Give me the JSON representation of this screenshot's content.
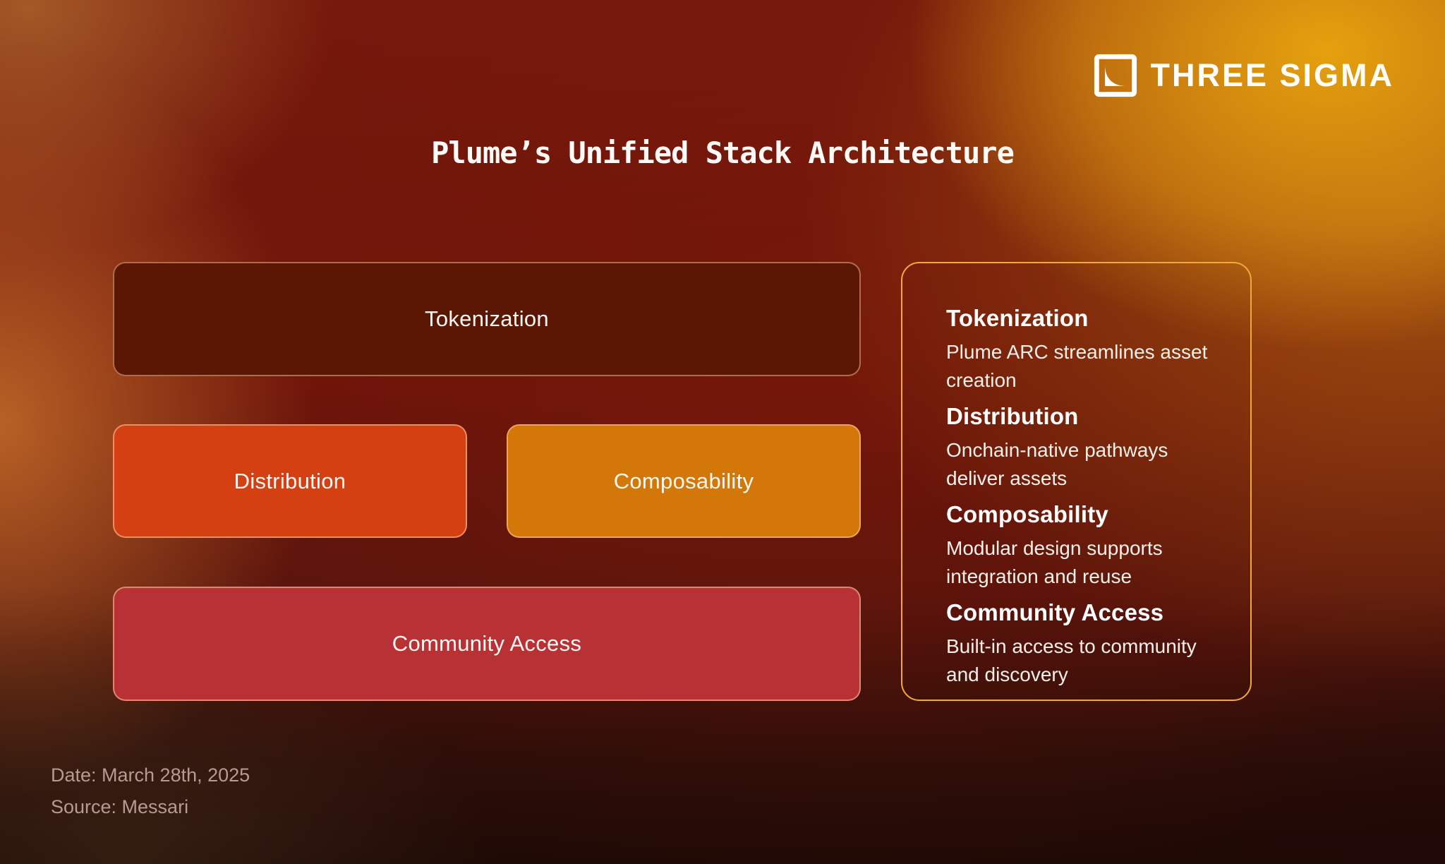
{
  "brand": {
    "name": "THREE SIGMA",
    "icon": "three-sigma-logo-icon"
  },
  "title": "Plume’s Unified Stack Architecture",
  "stack": {
    "boxes": [
      {
        "label": "Tokenization",
        "color": "#5B1604"
      },
      {
        "label": "Distribution",
        "color": "#D54013"
      },
      {
        "label": "Composability",
        "color": "#D27708"
      },
      {
        "label": "Community Access",
        "color": "#B83134"
      }
    ]
  },
  "legend": {
    "border_color": "#F2A93B",
    "items": [
      {
        "heading": "Tokenization",
        "description": "Plume ARC streamlines asset\ncreation"
      },
      {
        "heading": "Distribution",
        "description": "Onchain-native pathways\ndeliver assets"
      },
      {
        "heading": "Composability",
        "description": "Modular design supports\nintegration and reuse"
      },
      {
        "heading": "Community Access",
        "description": "Built-in access to community\nand discovery"
      }
    ]
  },
  "footer": {
    "date": "Date: March 28th, 2025",
    "source": "Source: Messari"
  },
  "palette": {
    "background_base": "#6B130A",
    "background_gold_glow": "#E2A50E",
    "background_left_glow": "#C66E2A",
    "legend_border": "#F2A93B",
    "footer_text": "#B79A92",
    "text_primary": "#FFFFFF"
  }
}
